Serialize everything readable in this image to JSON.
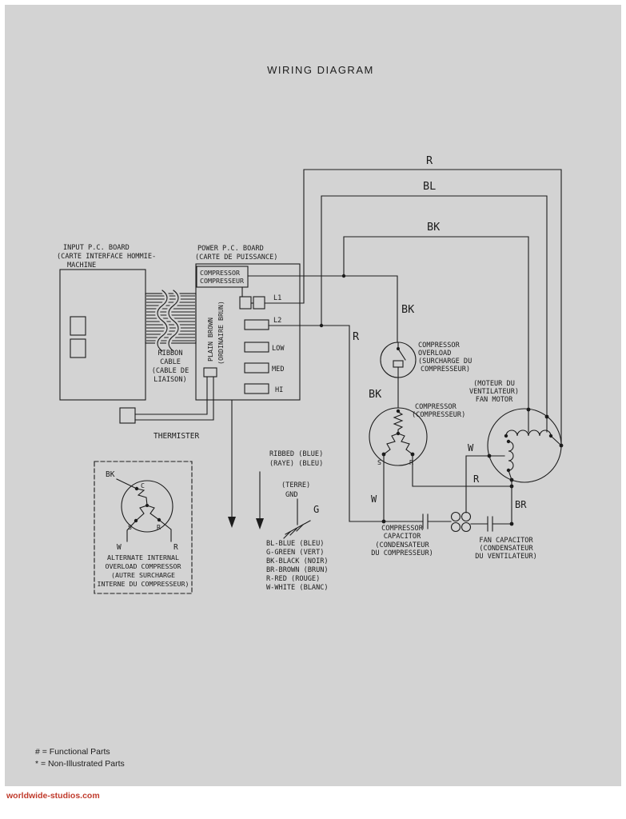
{
  "title": "WIRING DIAGRAM",
  "watermark": "worldwide-studios.com",
  "footnotes": [
    "# = Functional Parts",
    "* = Non-Illustrated Parts"
  ],
  "wires": {
    "r_top": "R",
    "bl_top": "BL",
    "bk_top": "BK",
    "bk_mid": "BK",
    "r_mid": "R",
    "bk_low": "BK",
    "w_comp": "W",
    "r_run": "R",
    "w_fan": "W",
    "br_fan": "BR",
    "g": "G"
  },
  "boards": {
    "input": [
      "INPUT P.C. BOARD",
      "(CARTE INTERFACE HOMMIE-",
      "MACHINE"
    ],
    "power": [
      "POWER P.C. BOARD",
      "(CARTE DE PUISSANCE)"
    ],
    "compressor_tag": [
      "COMPRESSOR",
      "COMPRESSEUR"
    ],
    "plain_brown": [
      "PLAIN BROWN",
      "(ORDINAIRE BRUN)"
    ],
    "ribbon": [
      "RIBBON",
      "CABLE",
      "(CABLE DE",
      "LIAISON)"
    ],
    "terminals": {
      "l1": "L1",
      "l2": "L2",
      "low": "LOW",
      "med": "MED",
      "hi": "HI"
    },
    "thermister": "THERMISTER"
  },
  "components": {
    "overload": [
      "COMPRESSOR",
      "OVERLOAD",
      "(SURCHARGE DU",
      "COMPRESSEUR)"
    ],
    "compressor": {
      "label": [
        "COMPRESSOR",
        "(COMPRESSEUR)"
      ],
      "s": "S",
      "r": "R"
    },
    "fan_motor": [
      "(MOTEUR DU",
      "VENTILATEUR)",
      "FAN MOTOR"
    ],
    "comp_capacitor": [
      "COMPRESSOR",
      "CAPACITOR",
      "(CONDENSATEUR",
      "DU COMPRESSEUR)"
    ],
    "fan_capacitor": [
      "FAN CAPACITOR",
      "(CONDENSATEUR",
      "DU VENTILATEUR)"
    ],
    "alt_overload": {
      "label": [
        "ALTERNATE INTERNAL",
        "OVERLOAD COMPRESSOR",
        "(AUTRE SURCHARGE",
        "INTERNE DU COMPRESSEUR)"
      ],
      "bk": "BK",
      "c": "C",
      "s": "S",
      "r": "R",
      "w": "W",
      "r2": "R"
    },
    "ribbed": [
      "RIBBED (BLUE)",
      "(RAYE) (BLEU)"
    ],
    "ground": [
      "(TERRE)",
      "GND"
    ]
  },
  "legend": [
    "BL-BLUE (BLEU)",
    "G-GREEN (VERT)",
    "BK-BLACK (NOIR)",
    "BR-BROWN (BRUN)",
    "R-RED (ROUGE)",
    "W-WHITE (BLANC)"
  ],
  "colors": {
    "ink": "#1c1c1c",
    "paper": "#d3d3d3",
    "watermark_red": "#c03a2b"
  }
}
